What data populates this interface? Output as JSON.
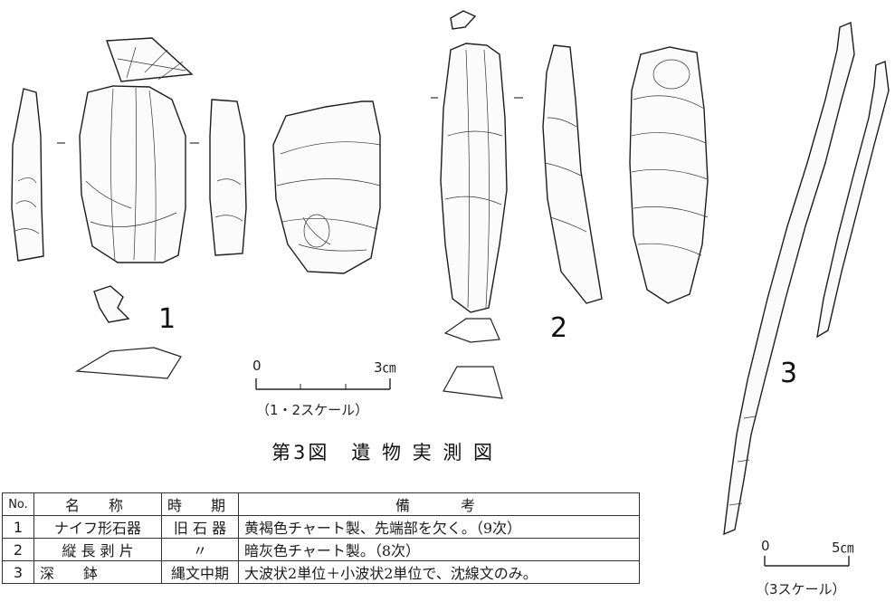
{
  "figure": {
    "caption": "第3図　遺 物 実 測 図",
    "artifact_labels": [
      "1",
      "2",
      "3"
    ],
    "scale_small": {
      "zero": "0",
      "max": "3㎝",
      "note": "（1・2スケール）"
    },
    "scale_large": {
      "zero": "0",
      "max": "5㎝",
      "note": "（3スケール）"
    }
  },
  "table": {
    "headers": {
      "no": "No.",
      "name": "名　称",
      "period": "時　期",
      "remarks": "備　　考"
    },
    "rows": [
      {
        "no": "1",
        "name": "ナイフ形石器",
        "period": "旧 石 器",
        "remarks": "黄褐色チャート製、先端部を欠く。（9次）"
      },
      {
        "no": "2",
        "name": "縦 長 剥 片",
        "period": "〃",
        "remarks": "暗灰色チャート製。（8次）"
      },
      {
        "no": "3",
        "name": "深　　鉢",
        "period": "縄文中期",
        "remarks": "大波状2単位＋小波状2単位で、沈線文のみ。"
      }
    ]
  }
}
